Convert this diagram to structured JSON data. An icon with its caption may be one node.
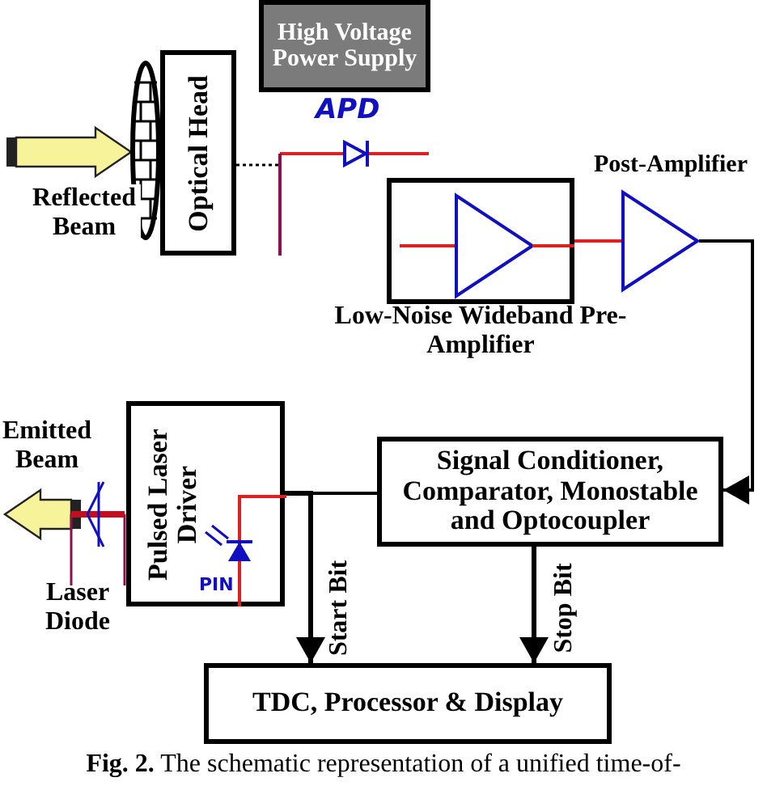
{
  "diagram": {
    "caption": "**Fig. 2.** The schematic representation of a unified time-of-",
    "nodes": [
      {
        "text": [
          "High Voltage Power Supply"
        ]
      },
      {
        "text": [
          "Optical Head"
        ]
      },
      {
        "text": [
          "APD"
        ]
      },
      {
        "text": [
          "Low-Noise Wideband Pre-Amplifier"
        ]
      },
      {
        "text": [
          "Post-Amplifier"
        ]
      },
      {
        "text": [
          "Signal Conditioner, Comparator, Monostable and Optocoupler"
        ]
      },
      {
        "text": [
          "Pulsed Laser Driver"
        ]
      },
      {
        "text": [
          "PIN"
        ],
        "in": 6
      },
      {
        "text": [
          "Laser Diode"
        ]
      },
      {
        "text": [
          "TDC, Processor & Display"
        ]
      }
    ],
    "edges": [
      {
        "from": null,
        "to": 1,
        "arrow": "to",
        "label": "Reflected Beam",
        "style": "thick",
        "color": "#f7f39a"
      },
      {
        "from": 1,
        "to": 2,
        "arrow": "none",
        "style": "dashed"
      },
      {
        "from": 3,
        "to": 4,
        "arrow": "none",
        "color": "#e02020"
      },
      {
        "from": 4,
        "to": 5,
        "arrow": "to"
      },
      {
        "from": 6,
        "to": 5,
        "arrow": "none"
      },
      {
        "from": 6,
        "to": 9,
        "arrow": "to",
        "label": "Start Bit"
      },
      {
        "from": 5,
        "to": 9,
        "arrow": "to",
        "label": "Stop Bit"
      },
      {
        "from": 8,
        "to": null,
        "arrow": "to",
        "label": "Emitted Beam",
        "style": "thick",
        "color": "#f7f39a"
      }
    ]
  }
}
